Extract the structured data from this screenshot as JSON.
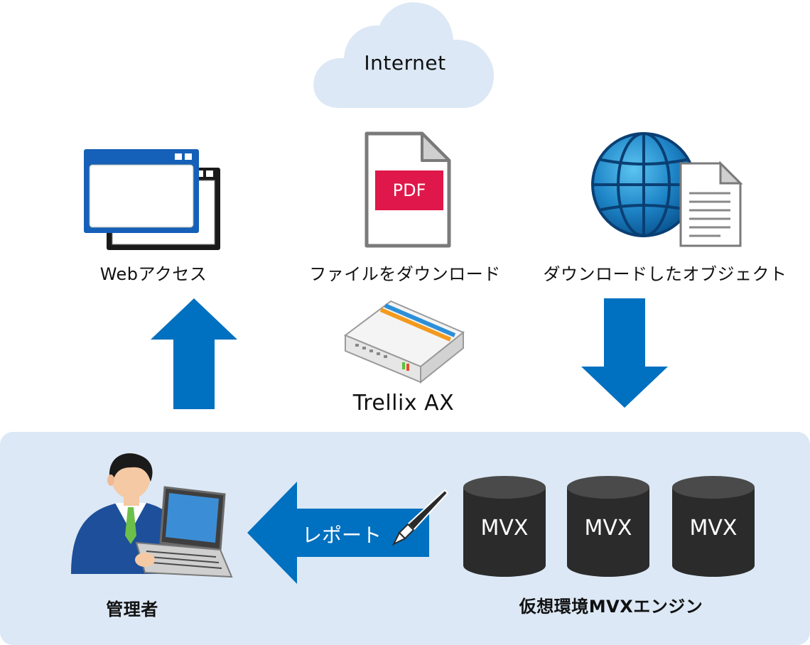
{
  "cloud": {
    "label": "Internet"
  },
  "icons": {
    "web_access": {
      "label": "Webアクセス"
    },
    "download_file": {
      "label": "ファイルをダウンロード",
      "file_badge": "PDF"
    },
    "downloaded_object": {
      "label": "ダウンロードしたオブジェクト"
    }
  },
  "appliance": {
    "label": "Trellix AX"
  },
  "admin": {
    "label": "管理者"
  },
  "report_arrow": {
    "label": "レポート"
  },
  "engines": {
    "items": [
      "MVX",
      "MVX",
      "MVX"
    ],
    "label": "仮想環境MVXエンジン"
  },
  "colors": {
    "arrow_blue": "#0070c0",
    "cloud_fill": "#dce8f5",
    "panel_fill": "#dce8f5",
    "pdf_red": "#e0174a",
    "cylinder_dark": "#2b2b2b"
  }
}
